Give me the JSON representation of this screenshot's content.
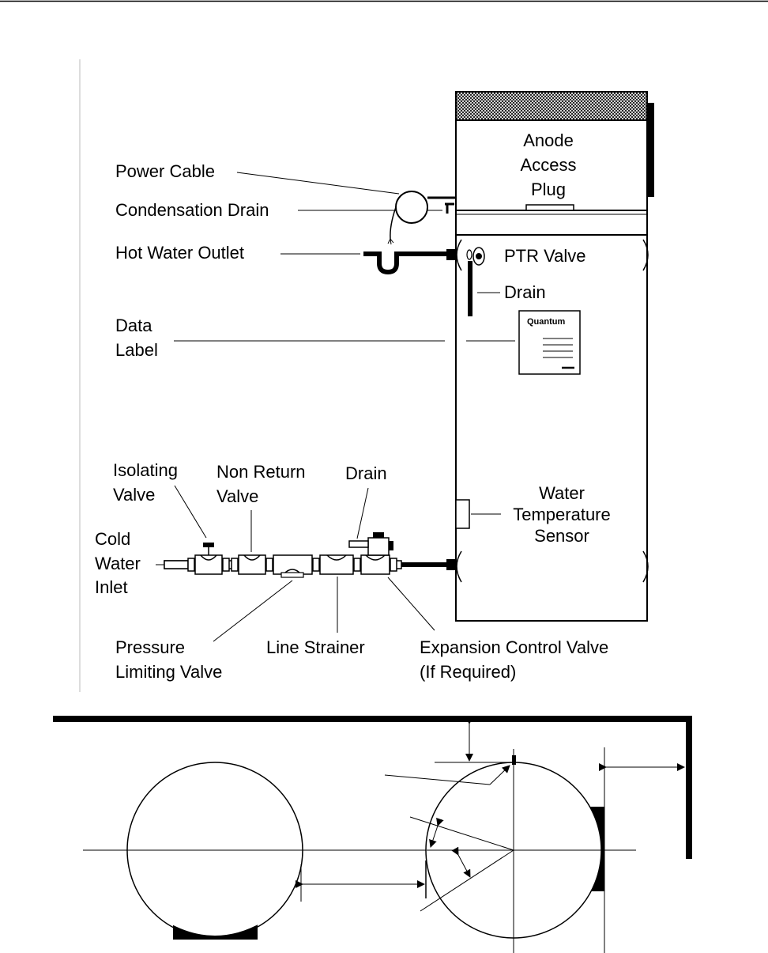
{
  "labels": {
    "anode_line1": "Anode",
    "anode_line2": "Access",
    "anode_line3": "Plug",
    "power_cable": "Power Cable",
    "condensation_drain": "Condensation Drain",
    "hot_water_outlet": "Hot Water Outlet",
    "ptr_valve": "PTR Valve",
    "drain_upper": "Drain",
    "data_label_line1": "Data",
    "data_label_line2": "Label",
    "data_plate_brand": "Quantum",
    "isolating_line1": "Isolating",
    "isolating_line2": "Valve",
    "non_return_line1": "Non Return",
    "non_return_line2": "Valve",
    "drain_lower": "Drain",
    "water_temp_line1": "Water",
    "water_temp_line2": "Temperature",
    "water_temp_line3": "Sensor",
    "cold_line1": "Cold",
    "cold_line2": "Water",
    "cold_line3": "Inlet",
    "pressure_line1": "Pressure",
    "pressure_line2": "Limiting Valve",
    "line_strainer": "Line Strainer",
    "expansion_line1": "Expansion Control Valve",
    "expansion_line2": "(If Required)"
  }
}
